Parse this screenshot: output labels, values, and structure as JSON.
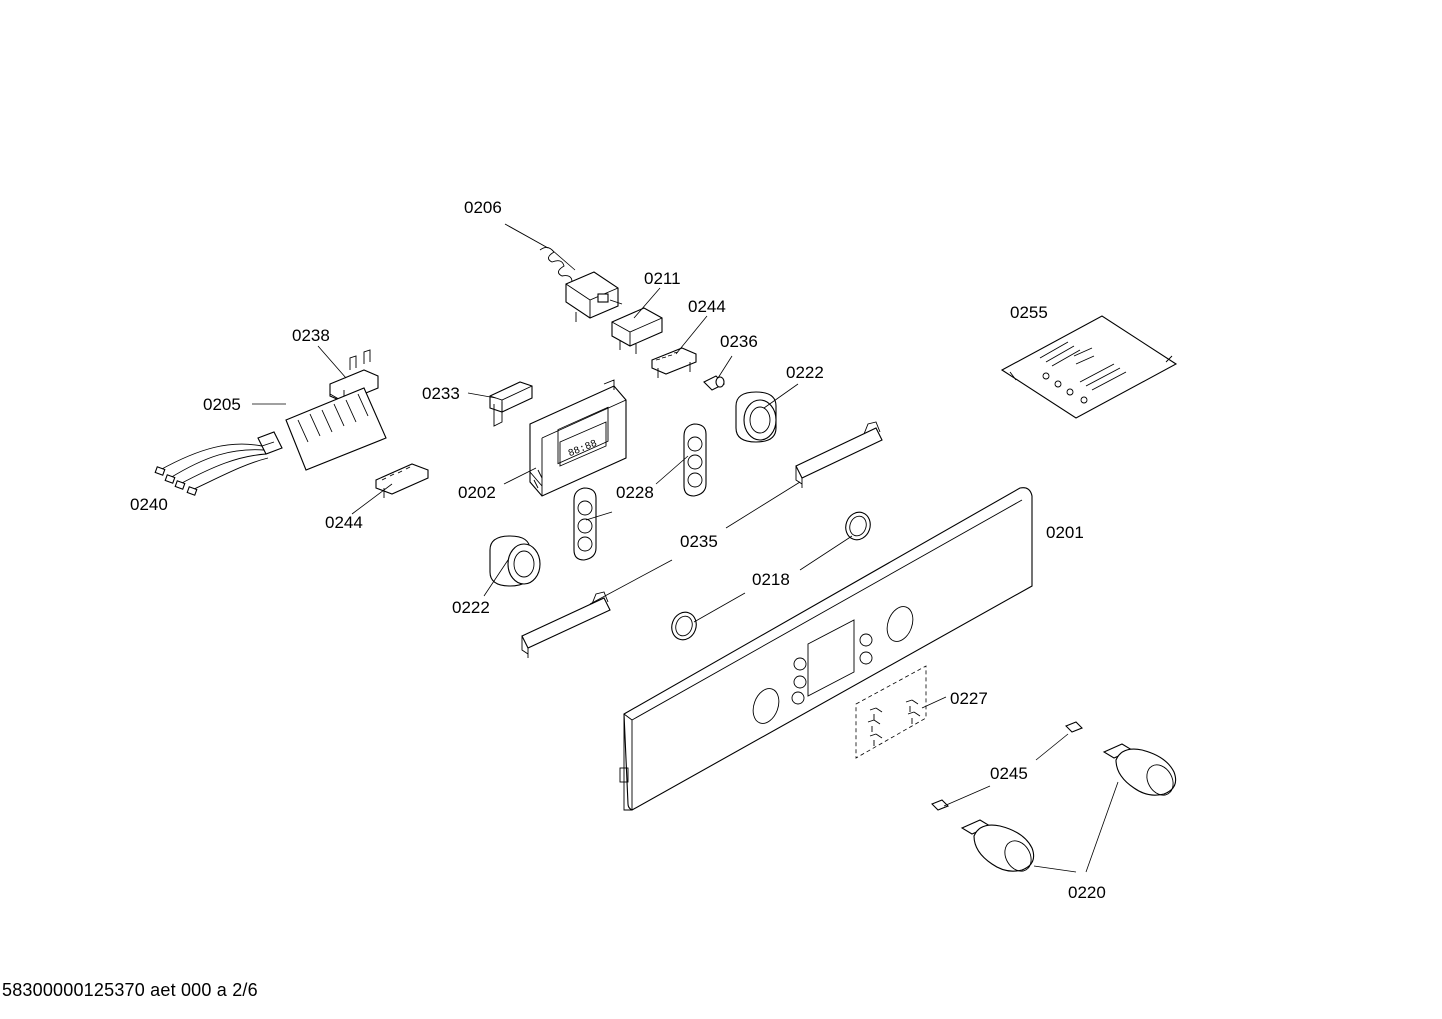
{
  "diagram": {
    "footer_text": "58300000125370 aet 000 a 2/6",
    "parts": [
      {
        "id": "p0206",
        "label": "0206"
      },
      {
        "id": "p0211",
        "label": "0211"
      },
      {
        "id": "p0244a",
        "label": "0244"
      },
      {
        "id": "p0236",
        "label": "0236"
      },
      {
        "id": "p0222a",
        "label": "0222"
      },
      {
        "id": "p0238",
        "label": "0238"
      },
      {
        "id": "p0205",
        "label": "0205"
      },
      {
        "id": "p0233",
        "label": "0233"
      },
      {
        "id": "p0202",
        "label": "0202"
      },
      {
        "id": "p0240",
        "label": "0240"
      },
      {
        "id": "p0244b",
        "label": "0244"
      },
      {
        "id": "p0228",
        "label": "0228"
      },
      {
        "id": "p0235",
        "label": "0235"
      },
      {
        "id": "p0222b",
        "label": "0222"
      },
      {
        "id": "p0218",
        "label": "0218"
      },
      {
        "id": "p0201",
        "label": "0201"
      },
      {
        "id": "p0255",
        "label": "0255"
      },
      {
        "id": "p0227",
        "label": "0227"
      },
      {
        "id": "p0245",
        "label": "0245"
      },
      {
        "id": "p0220",
        "label": "0220"
      }
    ]
  }
}
